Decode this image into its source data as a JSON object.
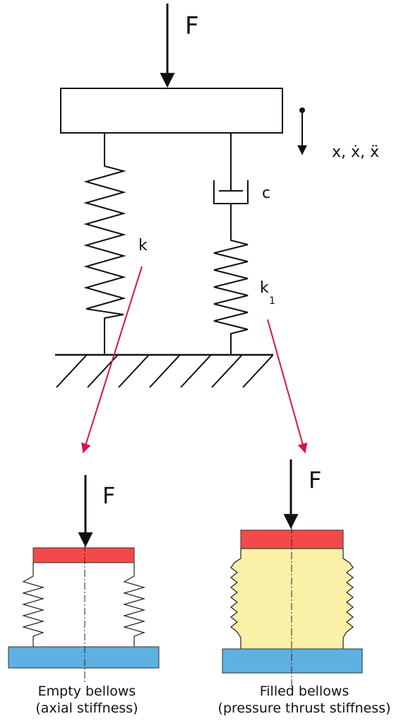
{
  "labels": {
    "force_top": "F",
    "motion": "x, ẋ, ẍ",
    "damper": "c",
    "spring_k": "k",
    "spring_k1_base": "k",
    "spring_k1_sub": "1",
    "force_left": "F",
    "force_right": "F"
  },
  "captions": {
    "empty_line1": "Empty bellows",
    "empty_line2": "(axial stiffness)",
    "filled_line1": "Filled bellows",
    "filled_line2": "(pressure thrust stiffness)"
  },
  "colors": {
    "line": "#111111",
    "arrow_red": "#d6173f",
    "plate_red": "#f24a4a",
    "base_blue": "#5eb0e0",
    "fill_yellow": "#fbf0a8"
  }
}
